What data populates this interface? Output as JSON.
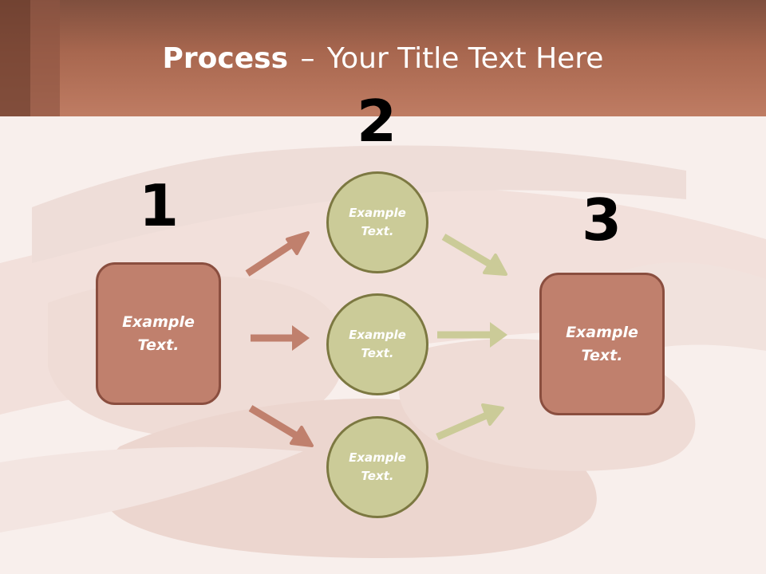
{
  "title": {
    "bold": "Process",
    "dash": "–",
    "rest": "Your Title Text Here"
  },
  "steps": {
    "one": "1",
    "two": "2",
    "three": "3"
  },
  "left_box": {
    "text": "Example Text."
  },
  "right_box": {
    "text": "Example Text."
  },
  "circles": [
    {
      "text": "Example Text."
    },
    {
      "text": "Example Text."
    },
    {
      "text": "Example Text."
    }
  ],
  "colors": {
    "header": "#a8674f",
    "box_fill": "#c0806d",
    "box_border": "#8a4e3f",
    "circle_fill": "#cbcb98",
    "circle_border": "#7c7841",
    "arrow_left": "#c0806d",
    "arrow_right": "#cbcb98"
  }
}
